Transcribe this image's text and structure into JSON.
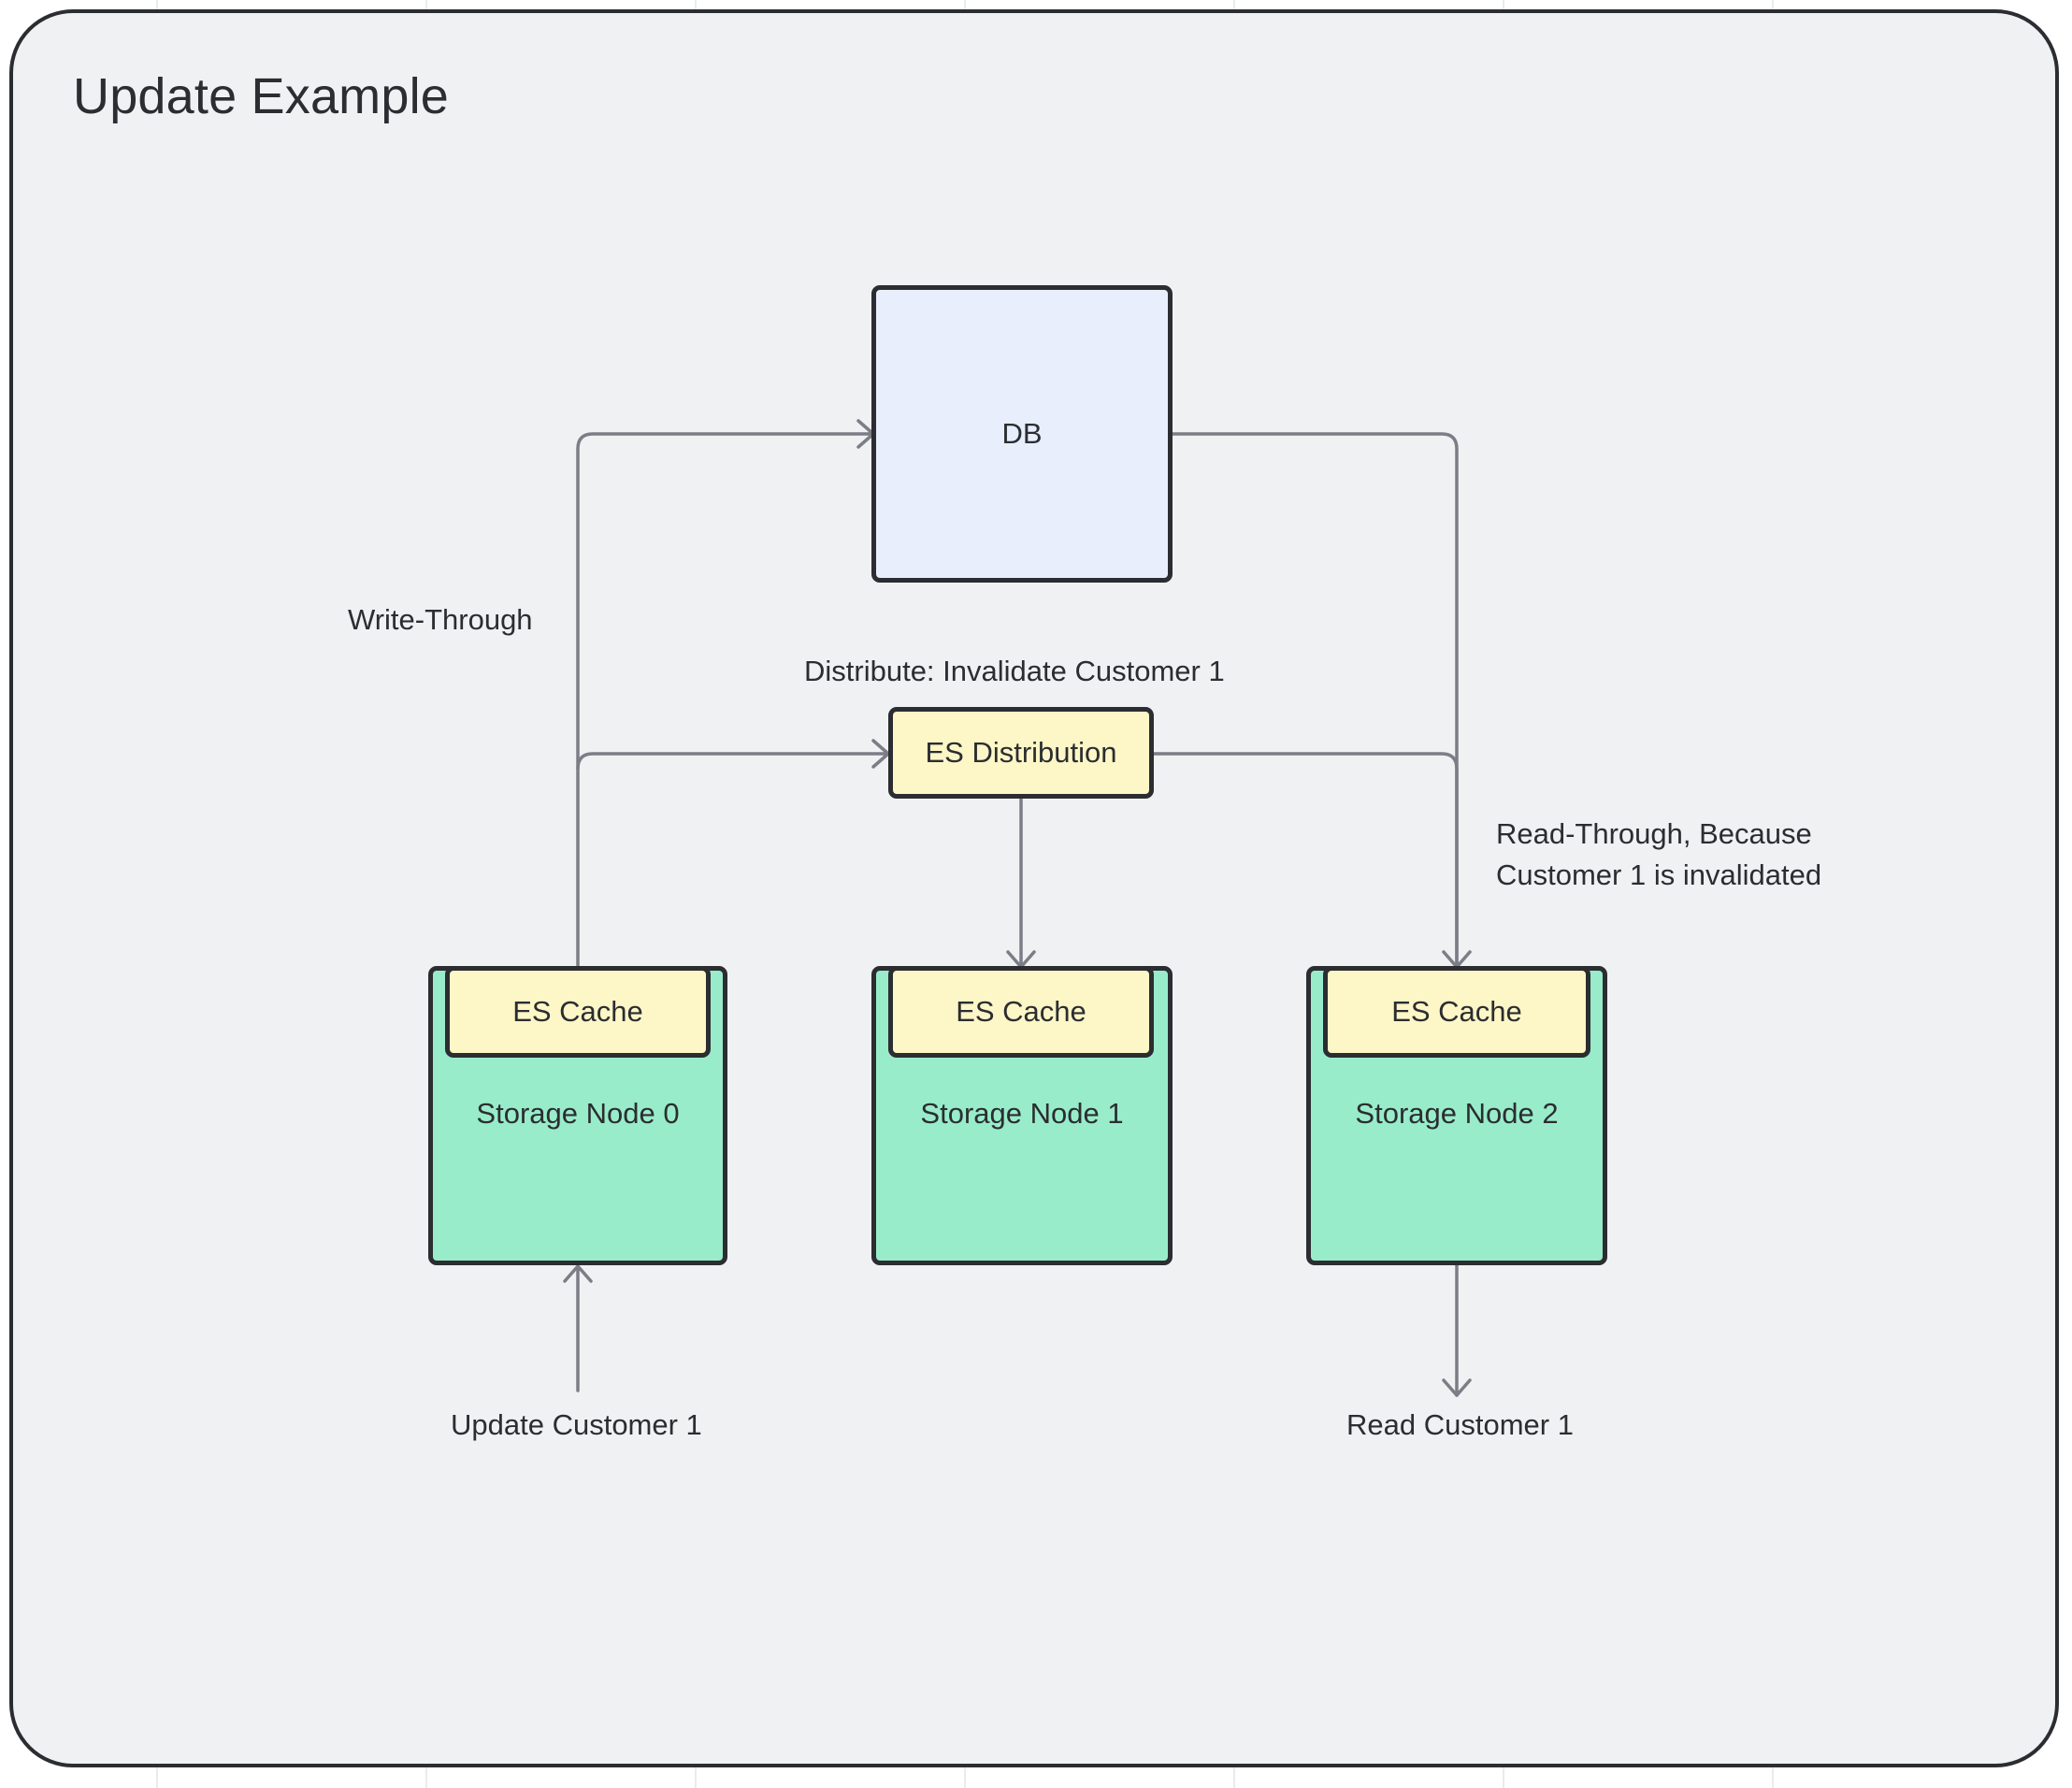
{
  "frame": {
    "title": "Update Example"
  },
  "nodes": {
    "db": "DB",
    "es_distribution": "ES Distribution",
    "storage_nodes": [
      {
        "label": "Storage Node 0",
        "cache_label": "ES Cache"
      },
      {
        "label": "Storage Node 1",
        "cache_label": "ES Cache"
      },
      {
        "label": "Storage Node 2",
        "cache_label": "ES Cache"
      }
    ]
  },
  "labels": {
    "write_through": "Write-Through",
    "distribute": "Distribute: Invalidate Customer 1",
    "read_through_line1": "Read-Through, Because",
    "read_through_line2": "Customer 1 is invalidated",
    "update_customer": "Update Customer 1",
    "read_customer": "Read Customer 1"
  },
  "colors": {
    "frame_background": "#f0f1f3",
    "db_fill": "#e8eefc",
    "cache_fill": "#fdf6c6",
    "storage_fill": "#98ecca",
    "connector": "#7b7e86",
    "outline": "#2b2d31"
  }
}
